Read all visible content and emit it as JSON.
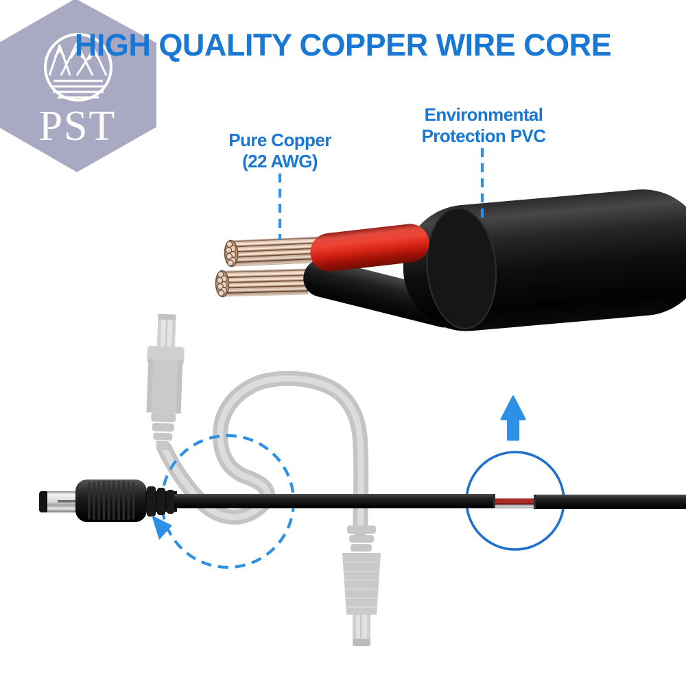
{
  "badge": {
    "brand": "PST"
  },
  "headline": "HIGH QUALITY COPPER WIRE CORE",
  "callouts": {
    "copper": {
      "line1": "Pure Copper",
      "line2": "(22 AWG)"
    },
    "pvc": {
      "line1": "Environmental",
      "line2": "Protection PVC"
    }
  },
  "icons": {
    "brand_logo": "mountain-peaks-in-circle",
    "up_arrow": "solid-up-arrow",
    "rotate_arrow": "dashed-rotation-arrow"
  },
  "colors": {
    "headline_blue": "#1878d4",
    "callout_blue": "#1878d4",
    "accent_blue": "#2b90e6",
    "highlight_circle_blue": "#2070cf",
    "badge_lavender": "#a9a9c4",
    "cable_black": "#111111",
    "wire_red": "#d92517",
    "stripped_wire_red": "#a82d26",
    "copper_tan": "#ecd3bf",
    "ghost_gray": "#a6a6a6"
  }
}
